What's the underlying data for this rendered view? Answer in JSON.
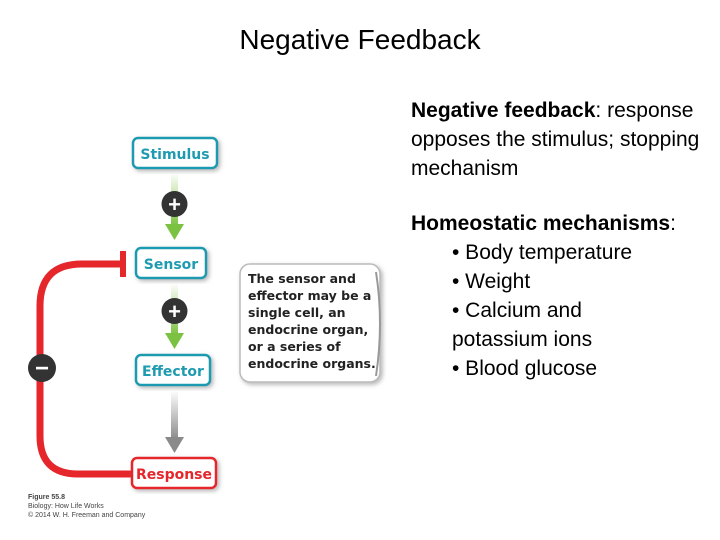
{
  "title": "Negative Feedback",
  "diagram": {
    "boxes": {
      "stimulus": "Stimulus",
      "sensor": "Sensor",
      "effector": "Effector",
      "response": "Response"
    },
    "plus_sign": "+",
    "minus_sign": "−",
    "note_lines": [
      "The sensor and",
      "effector may be a",
      "single cell, an",
      "endocrine organ,",
      "or a series of",
      "endocrine organs."
    ],
    "colors": {
      "teal": "#1e9bb0",
      "green": "#7cc242",
      "red": "#e5262b",
      "gray": "#8a8a8a",
      "dark_circle": "#333333"
    }
  },
  "text": {
    "block1_term": "Negative feedback",
    "block1_rest": ": response opposes the stimulus; stopping mechanism",
    "block2_term": "Homeostatic mechanisms",
    "block2_colon": ":",
    "bullets": [
      "• Body temperature",
      "• Weight",
      "• Calcium and",
      "potassium ions",
      "• Blood glucose"
    ]
  },
  "caption": {
    "figure": "Figure 55.8",
    "book": "Biology: How Life Works",
    "copyright": "© 2014 W. H. Freeman and Company"
  }
}
